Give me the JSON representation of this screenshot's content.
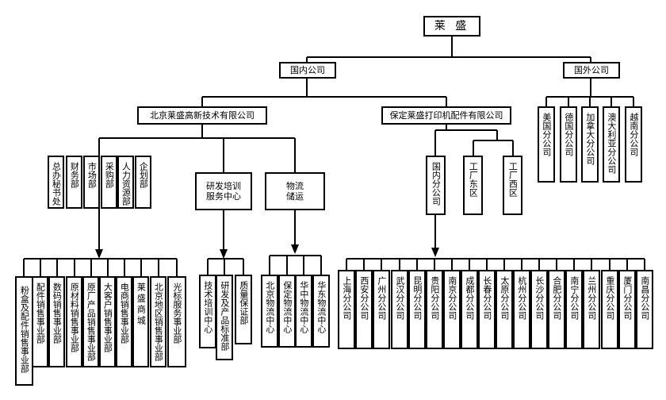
{
  "root": "莱 盛",
  "level1": {
    "domestic": "国内公司",
    "overseas": "国外公司"
  },
  "level2": {
    "beijing": "北京莱盛高新技术有限公司",
    "baoding": "保定莱盛打印机配件有限公司"
  },
  "overseas_branches": [
    "美国分公司",
    "德国分公司",
    "加拿大分公司",
    "澳大利亚分公司",
    "越南分公司"
  ],
  "beijing_depts": [
    "总办秘书处",
    "财务部",
    "市场部",
    "采购部",
    "人力资源部",
    "企划部"
  ],
  "beijing_centers": {
    "rd": "研发培训服务中心",
    "logistics": "物流储运"
  },
  "baoding_units": [
    "国内分公司",
    "工厂东区",
    "工厂西区"
  ],
  "sales_divisions": [
    "粉盒及配件销售事业部",
    "配件销售事业部",
    "数码销售事业部",
    "原材料销售事业部",
    "原厂产品销售事业部",
    "大客户销售事业部",
    "电商销售事业部",
    "莱盛商城",
    "北京地区销售事业部",
    "光标服务事业部"
  ],
  "rd_units": [
    "技术培训中心",
    "研发及产品标准部",
    "质量保证部"
  ],
  "logistics_units": [
    "北京物流中心",
    "保定物流中心",
    "华中物流中心",
    "华东物流中心"
  ],
  "domestic_branches": [
    "上海分公司",
    "西安分公司",
    "广州分公司",
    "武汉分公司",
    "昆明分公司",
    "贵阳分公司",
    "南京分公司",
    "成都分公司",
    "长春分公司",
    "太原分公司",
    "杭州分公司",
    "长沙分公司",
    "合肥分公司",
    "南宁分公司",
    "兰州分公司",
    "重庆分公司",
    "厦门分公司",
    "南昌分公司"
  ]
}
